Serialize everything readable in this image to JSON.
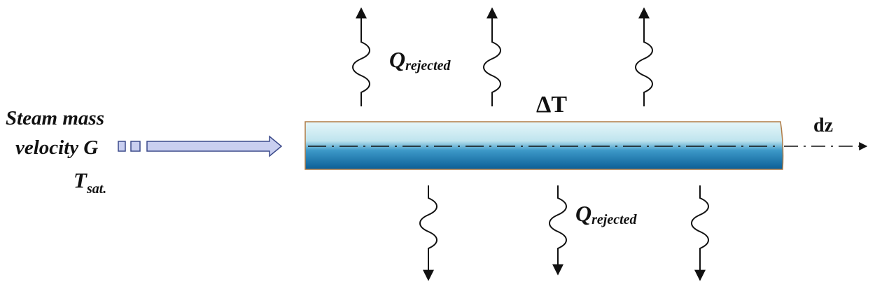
{
  "inlet": {
    "line1": "Steam mass",
    "line2": "velocity G",
    "temp_main": "T",
    "temp_sub": "sat",
    "temp_dot": "."
  },
  "tube": {
    "delta_label": "ΔT",
    "axis_label": "dz"
  },
  "heat": {
    "symbol": "Q",
    "subscript": "rejected"
  },
  "colors": {
    "tube_light": "#d4eef4",
    "tube_dark": "#0f6fa8",
    "tube_border": "#b07b45",
    "inlet_arrow_fill": "#c9cff0",
    "inlet_arrow_stroke": "#3b4a8a"
  }
}
